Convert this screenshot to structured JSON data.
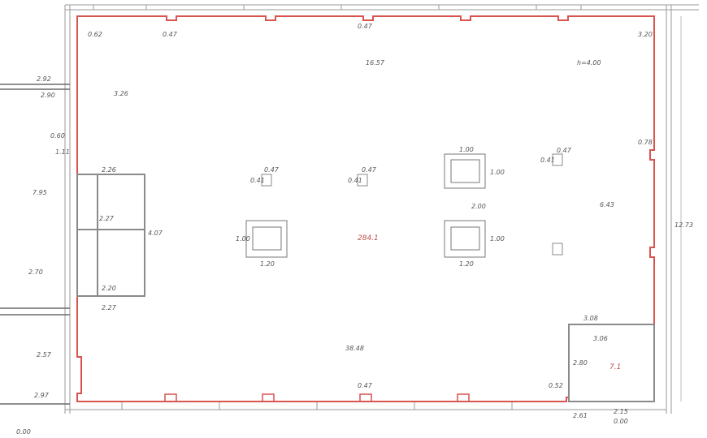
{
  "labels": {
    "top_left_a": "0.62",
    "top_left_b": "0.47",
    "top_mid": "0.47",
    "top_right": "16.57",
    "h_mark": "h=4.00",
    "side_3_20": "3.20",
    "side_3_26": "3.26",
    "left_2_92": "2.92",
    "left_2_90": "2.90",
    "left_0_60": "0.60",
    "left_1_11": "1.11",
    "left_7_95": "7.95",
    "left_2_70": "2.70",
    "left_2_57": "2.57",
    "left_2_97": "2.97",
    "room_2_26": "2.26",
    "room_2_27a": "2.27",
    "room_2_20": "2.20",
    "room_2_27b": "2.27",
    "room_4_07": "4.07",
    "col_a": "0.47",
    "col_b": "0.41",
    "col_c": "0.47",
    "col_d": "0.41",
    "col_e": "0.47",
    "col_f": "0.41",
    "shaft_top_w": "1.00",
    "shaft_top_h": "1.00",
    "shaft_top_side": "2.00",
    "shaft_left_w": "1.20",
    "shaft_left_h": "1.00",
    "shaft_right_w": "1.20",
    "shaft_right_h": "1.00",
    "room_area": "284.1",
    "center_area": "38.48",
    "right_6_43": "6.43",
    "right_0_78": "0.78",
    "right_12_73": "12.73",
    "small_room_3_08": "3.08",
    "small_room_3_06": "3.06",
    "small_room_2_80": "2.80",
    "small_room_area": "7.1",
    "bottom_0_47": "0.47",
    "bottom_0_52": "0.52",
    "bottom_2_15": "2.15",
    "bottom_2_61": "2.61",
    "bottom_0_00": "0.00",
    "corner_left": "0.00"
  },
  "colors": {
    "wall_red": "#d9534f",
    "line_gray": "#9a9a9a",
    "dark_line": "#6a6a6a"
  }
}
